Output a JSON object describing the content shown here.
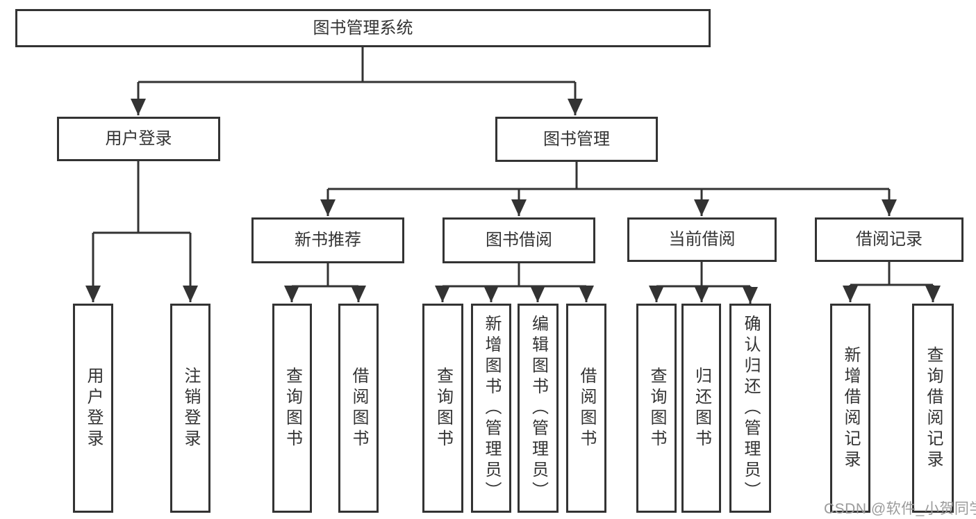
{
  "diagram": {
    "title": "图书管理系统",
    "root": {
      "label": "图书管理系统"
    },
    "level2": [
      {
        "label": "用户登录"
      },
      {
        "label": "图书管理"
      }
    ],
    "level3": [
      {
        "label": "新书推荐"
      },
      {
        "label": "图书借阅"
      },
      {
        "label": "当前借阅"
      },
      {
        "label": "借阅记录"
      }
    ],
    "leaves": {
      "user": [
        "用户登录",
        "注销登录"
      ],
      "newbook": [
        "查询图书",
        "借阅图书"
      ],
      "borrow": [
        "查询图书",
        "新增图书（管理员）",
        "编辑图书（管理员）",
        "借阅图书"
      ],
      "current": [
        "查询图书",
        "归还图书",
        "确认归还（管理员）"
      ],
      "records": [
        "新增借阅记录",
        "查询借阅记录"
      ]
    }
  },
  "watermark": "CSDN @软件_小贺同学",
  "colors": {
    "line": "#333333",
    "text": "#333333",
    "background": "#ffffff",
    "watermark": "#9b9b9b"
  }
}
